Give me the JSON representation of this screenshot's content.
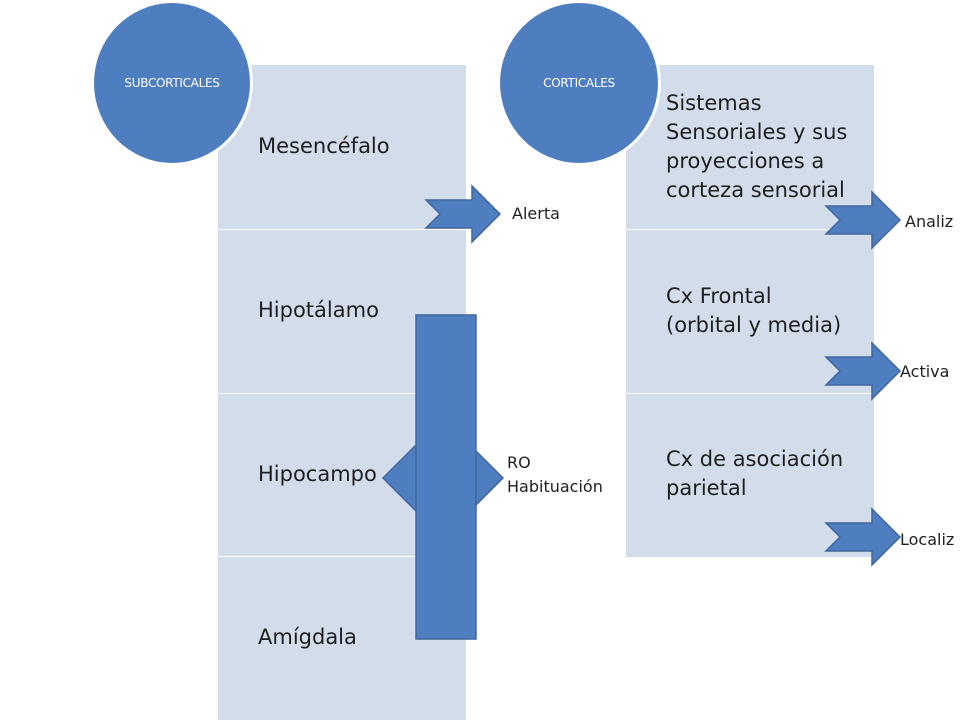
{
  "subcorticales": {
    "badge": "SUBCORTICALES",
    "rows": [
      "Mesencéfalo",
      "Hipotálamo",
      "Hipocampo",
      "Amígdala"
    ]
  },
  "corticales": {
    "badge": "CORTICALES",
    "rows": [
      [
        "Sistemas",
        "Sensoriales y sus",
        "proyecciones a",
        "corteza sensorial"
      ],
      [
        "Cx Frontal",
        "(orbital y media)"
      ],
      [
        "Cx de asociación",
        "parietal"
      ]
    ]
  },
  "arrows": {
    "alerta": "Alerta",
    "ro_line1": "RO",
    "ro_line2": "Habituación",
    "analiza": "Analiz",
    "activa": "Activa",
    "localiza": "Localiz"
  },
  "colors": {
    "panel": "#d3dcea",
    "shape": "#4f7ec0",
    "shape_stroke": "#41669e"
  }
}
